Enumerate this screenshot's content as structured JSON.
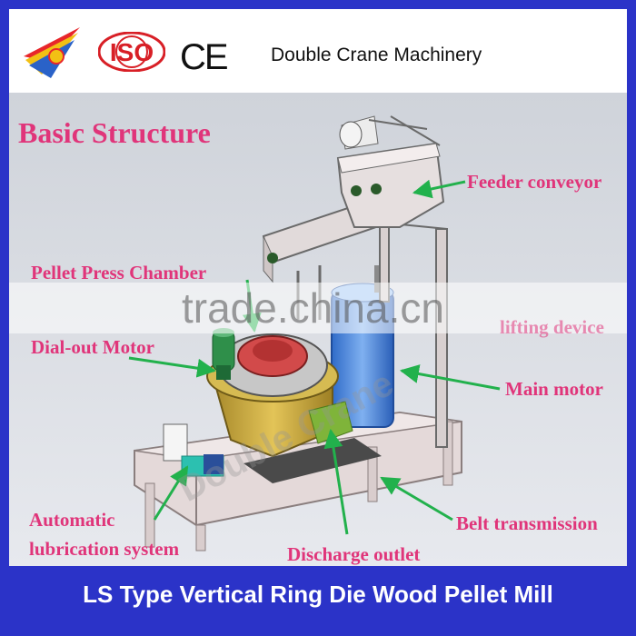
{
  "header": {
    "iso_text": "ISO",
    "ce_text": "CE",
    "company_name": "Double Crane Machinery"
  },
  "diagram": {
    "title": "Basic Structure",
    "labels": {
      "feeder_conveyor": "Feeder conveyor",
      "pellet_press_chamber": "Pellet Press Chamber",
      "lifting_device": "lifting device",
      "dial_out_motor": "Dial-out Motor",
      "main_motor": "Main motor",
      "belt_transmission": "Belt transmission",
      "automatic_lubrication_line1": "Automatic",
      "automatic_lubrication_line2": "lubrication system",
      "discharge_outlet": "Discharge outlet"
    },
    "watermark_band": "trade.china.cn",
    "watermark_diagonal": "Double Crane"
  },
  "footer": {
    "product_title": "LS Type Vertical Ring Die Wood Pellet Mill"
  },
  "colors": {
    "frame_blue": "#2b33c8",
    "label_pink": "#e0357a",
    "arrow_green": "#22b14c",
    "motor_blue": "#3f7fd8",
    "die_gold": "#c9a640"
  }
}
